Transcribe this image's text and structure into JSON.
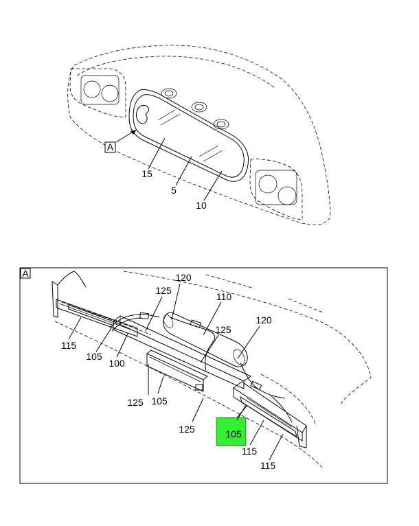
{
  "upper_view": {
    "view_label": "A",
    "callouts": [
      "15",
      "5",
      "10"
    ]
  },
  "detail_view": {
    "view_label": "A",
    "callouts": {
      "c120a": "120",
      "c125a": "125",
      "c110": "110",
      "c120b": "120",
      "c125b": "125",
      "c115a": "115",
      "c105a": "105",
      "c100": "100",
      "c125c": "125",
      "c105b": "105",
      "c125d": "125",
      "c105c": "105",
      "c115b": "115",
      "c115c": "115"
    },
    "highlight": {
      "label": "105",
      "color": "#33ee33"
    }
  }
}
